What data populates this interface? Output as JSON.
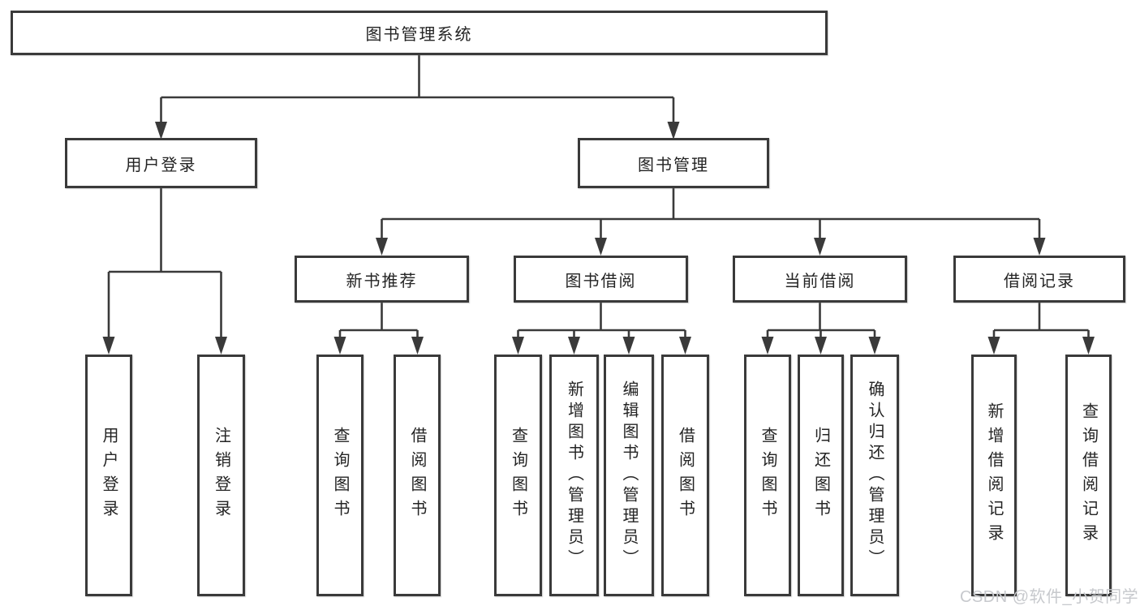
{
  "diagram": {
    "type": "hierarchy-tree",
    "root": {
      "label": "图书管理系统",
      "children": [
        {
          "label": "用户登录",
          "children": [
            {
              "label": "用户登录"
            },
            {
              "label": "注销登录"
            }
          ]
        },
        {
          "label": "图书管理",
          "children": [
            {
              "label": "新书推荐",
              "children": [
                {
                  "label": "查询图书"
                },
                {
                  "label": "借阅图书"
                }
              ]
            },
            {
              "label": "图书借阅",
              "children": [
                {
                  "label": "查询图书"
                },
                {
                  "label": "新增图书（管理员）"
                },
                {
                  "label": "编辑图书（管理员）"
                },
                {
                  "label": "借阅图书"
                }
              ]
            },
            {
              "label": "当前借阅",
              "children": [
                {
                  "label": "查询图书"
                },
                {
                  "label": "归还图书"
                },
                {
                  "label": "确认归还（管理员）"
                }
              ]
            },
            {
              "label": "借阅记录",
              "children": [
                {
                  "label": "新增借阅记录"
                },
                {
                  "label": "查询借阅记录"
                }
              ]
            }
          ]
        }
      ]
    },
    "colors": {
      "line": "#3a3a3a",
      "box_border": "#3a3a3a",
      "text": "#242424",
      "background": "#ffffff",
      "watermark": "#c7c9cd"
    }
  },
  "watermark": {
    "text": "CSDN @软件_小贺同学"
  }
}
